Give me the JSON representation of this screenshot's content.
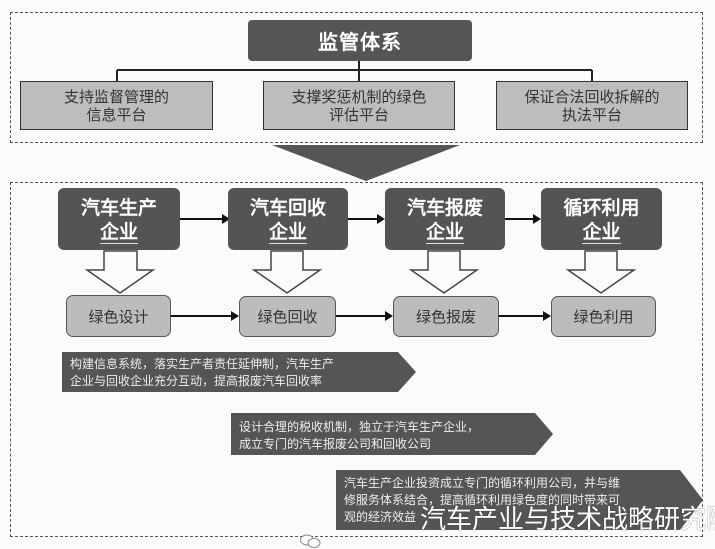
{
  "supervision": {
    "title": "监管体系",
    "platforms": [
      {
        "line1": "支持监督管理的",
        "line2": "信息平台"
      },
      {
        "line1": "支撑奖惩机制的绿色",
        "line2": "评估平台"
      },
      {
        "line1": "保证合法回收拆解的",
        "line2": "执法平台"
      }
    ]
  },
  "chain": {
    "companies": [
      {
        "line1": "汽车生产",
        "line2": "企业"
      },
      {
        "line1": "汽车回收",
        "line2": "企业"
      },
      {
        "line1": "汽车报废",
        "line2": "企业"
      },
      {
        "line1": "循环利用",
        "line2": "企业"
      }
    ],
    "green_stages": [
      "绿色设计",
      "绿色回收",
      "绿色报废",
      "绿色利用"
    ]
  },
  "notes": [
    {
      "line1": "构建信息系统，落实生产者责任延伸制，汽车生产",
      "line2": "企业与回收企业充分互动，提高报废汽车回收率"
    },
    {
      "line1": "设计合理的税收机制，独立于汽车生产企业，",
      "line2": "成立专门的汽车报废公司和回收公司"
    },
    {
      "line1": "汽车生产企业投资成立专门的循环利用公司，并与维",
      "line2": "修服务体系结合，提高循环利用绿色度的同时带来可",
      "line3": "观的经济效益"
    }
  ],
  "watermark": {
    "text": "汽车产业与技术战略研究院",
    "icon": "wechat-icon"
  },
  "colors": {
    "dark_box": "#545454",
    "light_box": "#bdbdbd",
    "line": "#222222"
  }
}
